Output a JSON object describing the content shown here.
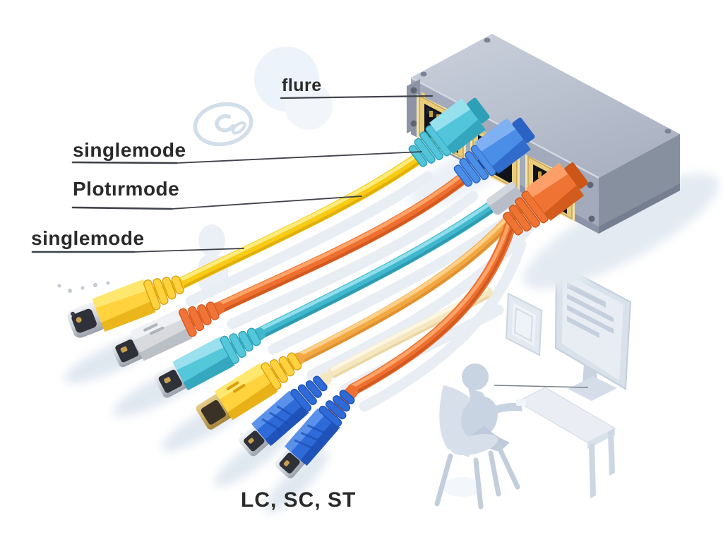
{
  "labels": {
    "port_callout": "flure",
    "cable_callout_top": "singlemode",
    "cable_callout_middle": "Plotırmode",
    "cable_callout_bottom": "singlemode",
    "caption": "LC, SC, ST"
  },
  "icons": {
    "emblem": "e-swirl-watermark",
    "scene": "person-at-desk-with-monitor"
  },
  "colors": {
    "label_text": "#2a2a2a",
    "leader_line": "#3f4248",
    "cable_yellow": "#F8CC16",
    "cable_orange": "#EE7030",
    "cable_teal": "#41B7CD",
    "cable_amber": "#F2A843",
    "cable_pale_yellow": "#F5E7C0",
    "connector_blue": "#2E6BD8",
    "connector_cyan": "#55C7DB",
    "connector_gray": "#D8DADE",
    "connector_yellow": "#FFD23E",
    "boot_orange": "#F07438",
    "switch_top": "#C0C7D4",
    "switch_front": "#A2AABB",
    "switch_side": "#87909F",
    "port_gold": "#E9CB7C",
    "background_accent": "#EDF3FA"
  }
}
